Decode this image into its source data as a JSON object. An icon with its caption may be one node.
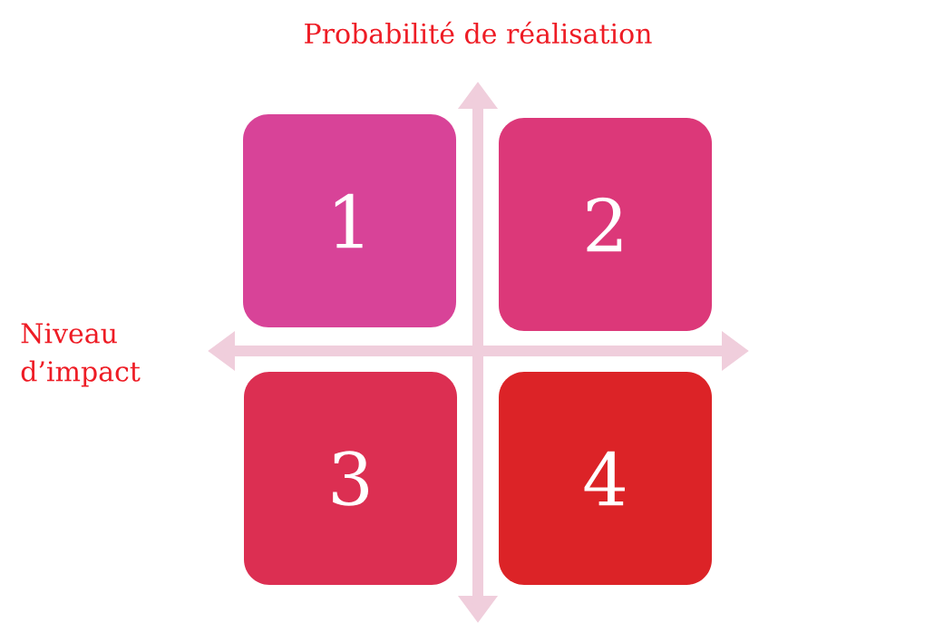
{
  "diagram": {
    "nodes": [
      {
        "text": [
          "1"
        ]
      },
      {
        "text": [
          "2"
        ]
      },
      {
        "text": [
          "3"
        ]
      },
      {
        "text": [
          "4"
        ]
      }
    ],
    "labels": [
      "Probabilité de réalisation",
      "Niveau d’impact"
    ]
  }
}
